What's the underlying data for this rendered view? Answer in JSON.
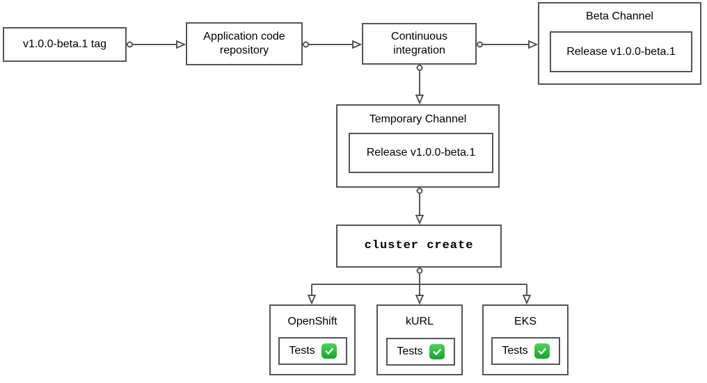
{
  "diagram": {
    "nodes": {
      "tag": {
        "label": "v1.0.0-beta.1 tag"
      },
      "repo": {
        "label": "Application code repository"
      },
      "ci": {
        "label": "Continuous integration"
      },
      "beta_channel": {
        "title": "Beta Channel",
        "release_label": "Release v1.0.0-beta.1"
      },
      "temporary_channel": {
        "title": "Temporary Channel",
        "release_label": "Release v1.0.0-beta.1"
      },
      "cluster_create": {
        "label": "cluster create"
      },
      "platforms": [
        {
          "title": "OpenShift",
          "tests_label": "Tests",
          "status_icon": "check-mark-button"
        },
        {
          "title": "kURL",
          "tests_label": "Tests",
          "status_icon": "check-mark-button"
        },
        {
          "title": "EKS",
          "tests_label": "Tests",
          "status_icon": "check-mark-button"
        }
      ]
    },
    "colors": {
      "border": "#545454",
      "connector": "#545454",
      "text": "#000000",
      "background": "#ffffff",
      "check_green_top": "#52d15e",
      "check_green_bottom": "#15a42b"
    }
  }
}
